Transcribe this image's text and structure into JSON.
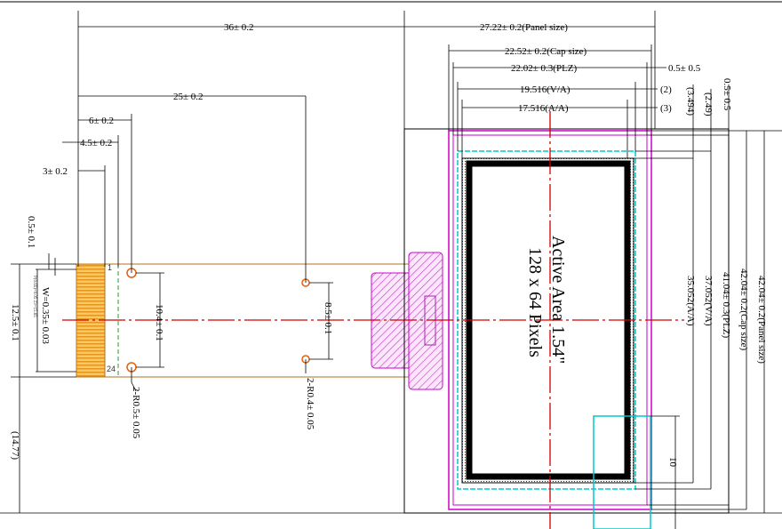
{
  "colors": {
    "line": "#000000",
    "centerline": "#d00000",
    "cap_outline": "#cc00cc",
    "cap_hatch": "#cc33cc",
    "va_outline": "#00c8c8",
    "fpc_outline": "#b07020",
    "fpc_pads": "#f0a830",
    "stiffener_guide": "#20a020"
  },
  "top_dims": {
    "fpc_length": "36± 0.2",
    "panel_width": "27.22± 0.2(Panel size)",
    "cap_width": "22.52± 0.2(Cap size)",
    "plz_width": "22.02± 0.3(PLZ)",
    "plz_offset": "0.5± 0.5",
    "va_width": "19.516(V/A)",
    "va_note": "(2)",
    "aa_width": "17.516(A/A)",
    "aa_note": "(3)"
  },
  "fpc_dims": {
    "bend_25": "25± 0.2",
    "hole_6": "6± 0.2",
    "hole_45": "4.5± 0.2",
    "edge_3": "3± 0.2",
    "tab_05": "0.5± 0.1",
    "pad_w": "W=0.35± 0.03",
    "pad_pitch": "P(0.65)=0.05 23=15.65",
    "tail_width": "12.5± 0.1",
    "hole_spacing_a": "10.4± 0.1",
    "hole_spacing_b": "8.5± 0.1",
    "hole_r_a": "2-R0.5± 0.05",
    "hole_r_b": "2-R0.4± 0.05",
    "bottom_gap": "(14.77)",
    "pin_first": "1",
    "pin_last": "24"
  },
  "right_dims": {
    "va_top": "(3.494)",
    "va_top2": "(2.49)",
    "cap_top": "0.5± 0.5",
    "aa_height": "35.052(A/A)",
    "va_height": "37.052(V/A)",
    "plz_height": "41.04± 0.3(PLZ)",
    "cap_height": "42.04± 0.2(Cap size)",
    "panel_height": "42.04± 0.2(Panel size)",
    "bottom_10": "10"
  },
  "active_area": {
    "line1": "Active Area 1.54\"",
    "line2": "128 x 64 Pixels"
  }
}
